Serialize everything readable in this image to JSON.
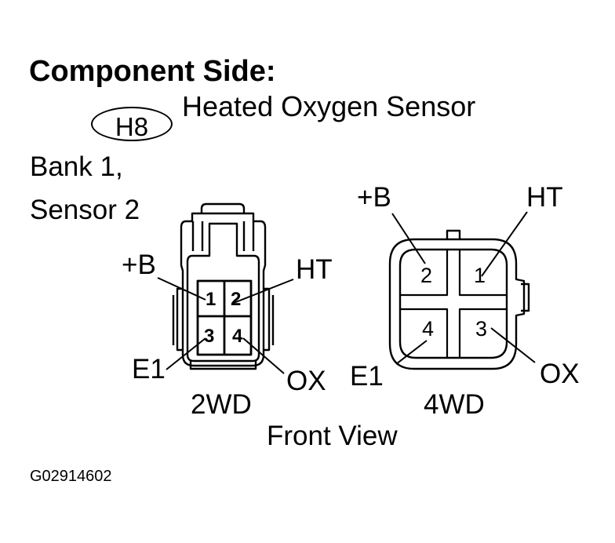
{
  "heading": "Component Side:",
  "connector": {
    "code": "H8",
    "name": "Heated Oxygen Sensor",
    "location_line1": "Bank 1,",
    "location_line2": "Sensor 2"
  },
  "connector_2wd": {
    "caption": "2WD",
    "terminals": [
      {
        "number": "1",
        "signal": "+B"
      },
      {
        "number": "2",
        "signal": "HT"
      },
      {
        "number": "3",
        "signal": "E1"
      },
      {
        "number": "4",
        "signal": "OX"
      }
    ]
  },
  "connector_4wd": {
    "caption": "4WD",
    "terminals": [
      {
        "number": "2",
        "signal": "+B"
      },
      {
        "number": "1",
        "signal": "HT"
      },
      {
        "number": "4",
        "signal": "E1"
      },
      {
        "number": "3",
        "signal": "OX"
      }
    ]
  },
  "view_label": "Front View",
  "figure_code": "G02914602"
}
